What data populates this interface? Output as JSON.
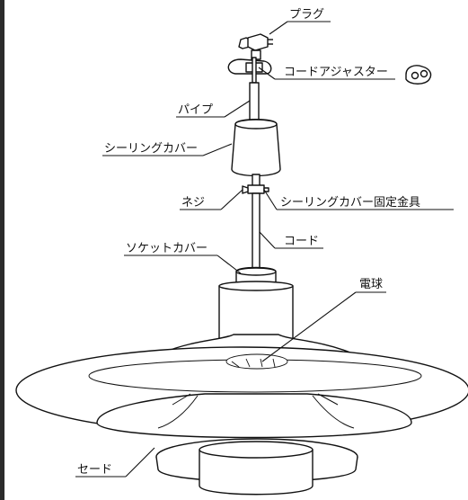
{
  "labels": {
    "plug": "プラグ",
    "cord_adjuster": "コードアジャスター",
    "pipe": "パイプ",
    "ceiling_cover": "シーリングカバー",
    "screw": "ネジ",
    "ceiling_cover_bracket": "シーリングカバー固定金具",
    "cord": "コード",
    "socket_cover": "ソケットカバー",
    "bulb": "電球",
    "shade": "セード"
  },
  "colors": {
    "line": "#111111",
    "frame": "#2b2b2b",
    "background": "#ffffff"
  }
}
